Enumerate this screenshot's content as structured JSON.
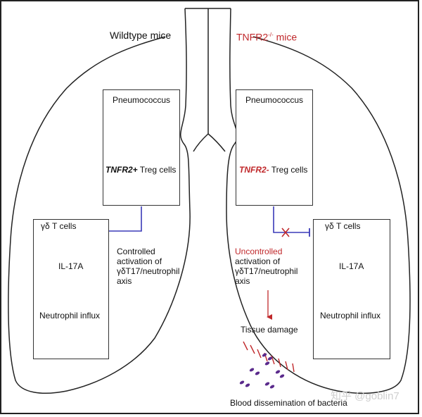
{
  "left_lung": {
    "title": "Wildtype mice",
    "pathogen": "Pneumococcus",
    "treg_marker": "TNFR2+",
    "treg_suffix": " Treg cells",
    "gd_cells": "γδ T cells",
    "cytokine": "IL-17A",
    "influx": "Neutrophil influx",
    "outcome_lines": [
      "Controlled",
      "activation of",
      "γδT17/neutrophil",
      "axis"
    ]
  },
  "right_lung": {
    "title_main": "TNFR2",
    "title_sup": "-/-",
    "title_suffix": " mice",
    "pathogen": "Pneumococcus",
    "treg_marker": "TNFR2-",
    "treg_suffix": " Treg cells",
    "gd_cells": "γδ T cells",
    "cytokine": "IL-17A",
    "influx": "Neutrophil influx",
    "outcome_lines": [
      "Uncontrolled",
      "activation of",
      "γδT17/neutrophil",
      "axis"
    ],
    "damage": "Tissue damage",
    "dissemination": "Blood dissemination of bacteria"
  },
  "watermark": "知乎 @goblin7",
  "colors": {
    "arrow": "#c0282b",
    "inhibit": "#3a3ab8",
    "bacteria": "#5a2a8c",
    "treg_cell": "#b9e59a",
    "gd_cell": "#e7a9c4",
    "neutrophil": "#8a3ad0"
  }
}
